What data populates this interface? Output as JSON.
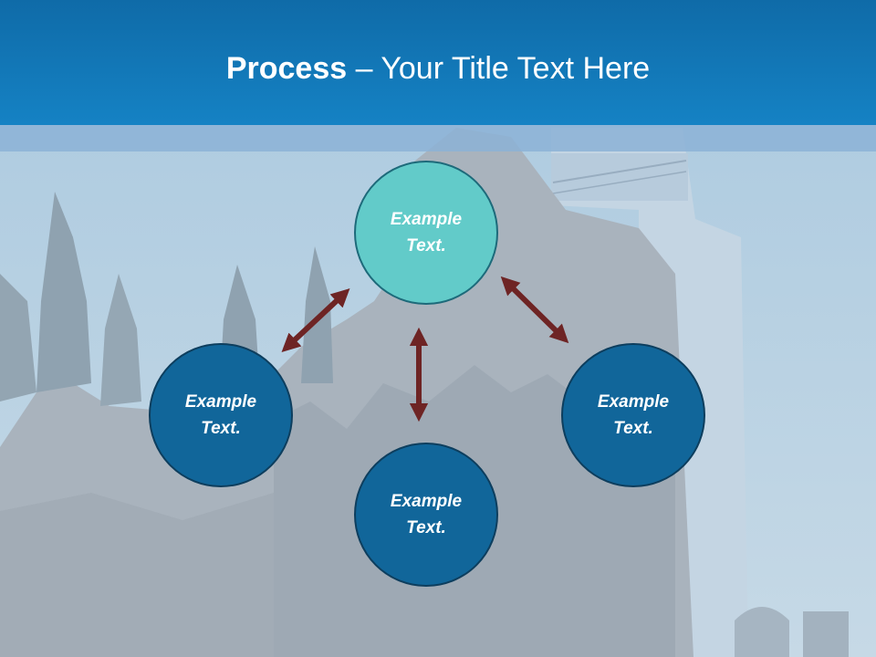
{
  "slide": {
    "title_bold": "Process",
    "title_rest": " – Your Title Text Here"
  },
  "nodes": [
    {
      "id": "top",
      "label": "Example\nText."
    },
    {
      "id": "left",
      "label": "Example\nText."
    },
    {
      "id": "right",
      "label": "Example\nText."
    },
    {
      "id": "bottom",
      "label": "Example\nText."
    }
  ],
  "colors": {
    "title_bar": "#1582c4",
    "highlight_node": "#62cbc9",
    "node": "#11669a",
    "arrow": "#6e2424"
  }
}
